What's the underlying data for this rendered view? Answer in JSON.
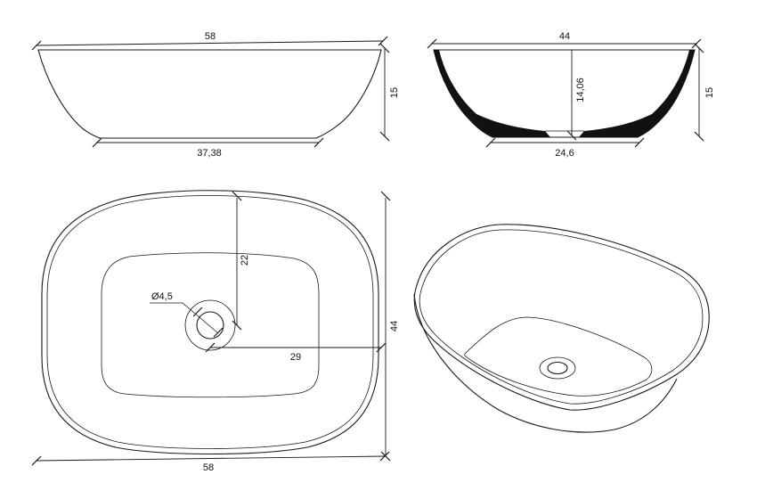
{
  "side_view": {
    "top_width": "58",
    "base_width": "37,38",
    "height": "15"
  },
  "front_view": {
    "top_width": "44",
    "inner_depth": "14,06",
    "base_width": "24,6",
    "height": "15"
  },
  "plan_view": {
    "width": "58",
    "depth": "44",
    "drain_diameter": "Ø4,5",
    "drain_y_offset": "22",
    "drain_x_offset": "29"
  },
  "colors": {
    "line": "#1a1a1a",
    "background": "#ffffff"
  }
}
